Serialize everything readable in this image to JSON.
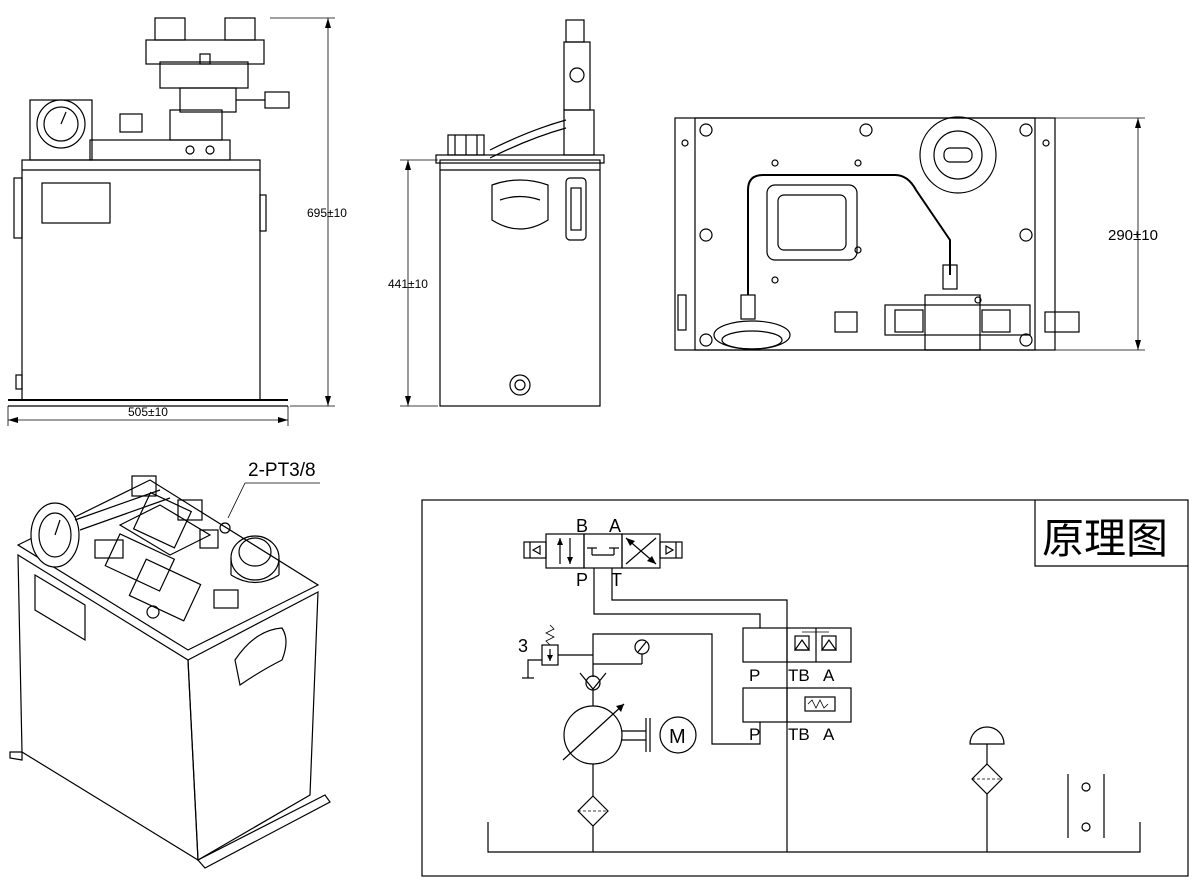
{
  "dimensions": {
    "front_height": "695±10",
    "front_width": "505±10",
    "side_height": "441±10",
    "top_depth": "290±10"
  },
  "iso_callout": "2-PT3/8",
  "schematic": {
    "title": "原理图",
    "valve_port_b": "B",
    "valve_port_a": "A",
    "valve_port_p": "P",
    "valve_port_t": "T",
    "relief_label": "3",
    "module1_p": "P",
    "module1_tb": "TB",
    "module1_a": "A",
    "module2_p": "P",
    "module2_tb": "TB",
    "module2_a": "A",
    "motor_label": "M"
  }
}
